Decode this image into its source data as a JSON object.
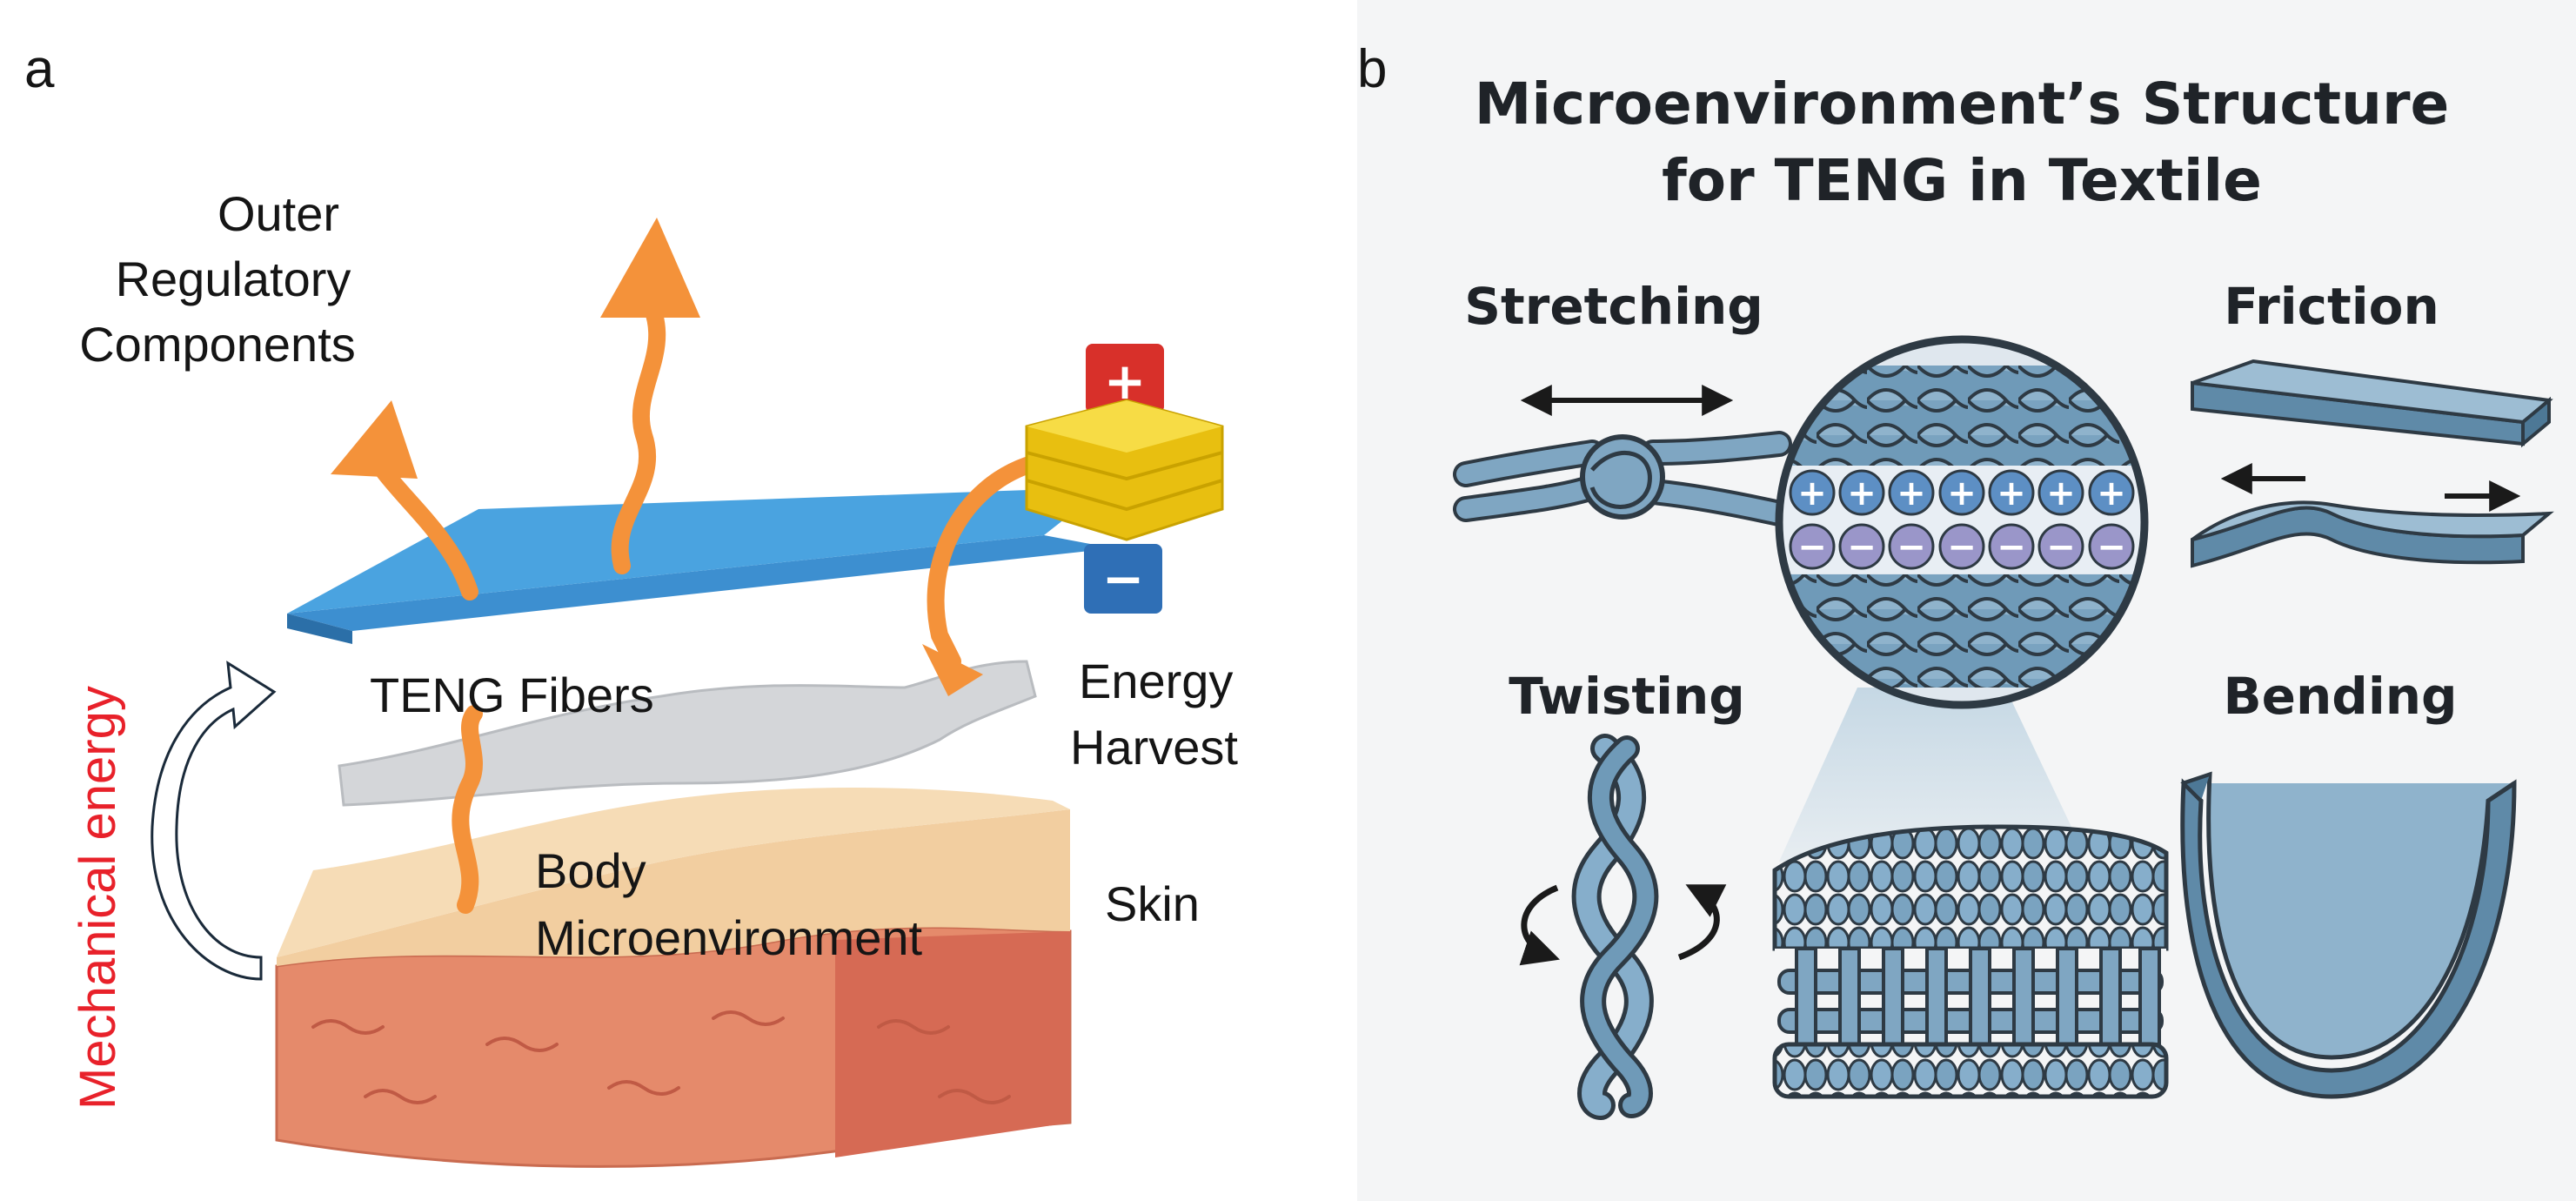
{
  "panel_a": {
    "letter": "a",
    "outer_regulatory": [
      "Outer",
      "Regulatory",
      "Components"
    ],
    "teng_fibers": "TENG Fibers",
    "energy_harvest": [
      "Energy",
      "Harvest"
    ],
    "body_microenvironment": [
      "Body",
      "Microenvironment"
    ],
    "skin": "Skin",
    "mechanical_energy": "Mechanical energy",
    "battery_plus": "+",
    "battery_minus": "−",
    "colors": {
      "blue_layer": "#4aa3e0",
      "fiber_layer": "#d4d6d9",
      "arrow_orange": "#f4923a",
      "skin_top": "#f6dcb6",
      "skin_flesh": "#e58a6b",
      "mechanical_text": "#e8212a",
      "battery_body": "#f2d028",
      "battery_plus": "#d8302a",
      "battery_minus": "#2f6fb6"
    }
  },
  "panel_b": {
    "letter": "b",
    "title": [
      "Microenvironment’s Structure",
      "for TENG in Textile"
    ],
    "stretching": "Stretching",
    "friction": "Friction",
    "twisting": "Twisting",
    "bending": "Bending",
    "charge_plus": "+",
    "charge_minus": "−",
    "colors": {
      "fiber_blue": "#7fa6c2",
      "fiber_dark": "#2e3a44",
      "charge_plus": "#5d8fc4",
      "charge_minus": "#9a96c9",
      "background": "#f4f5f6"
    }
  }
}
